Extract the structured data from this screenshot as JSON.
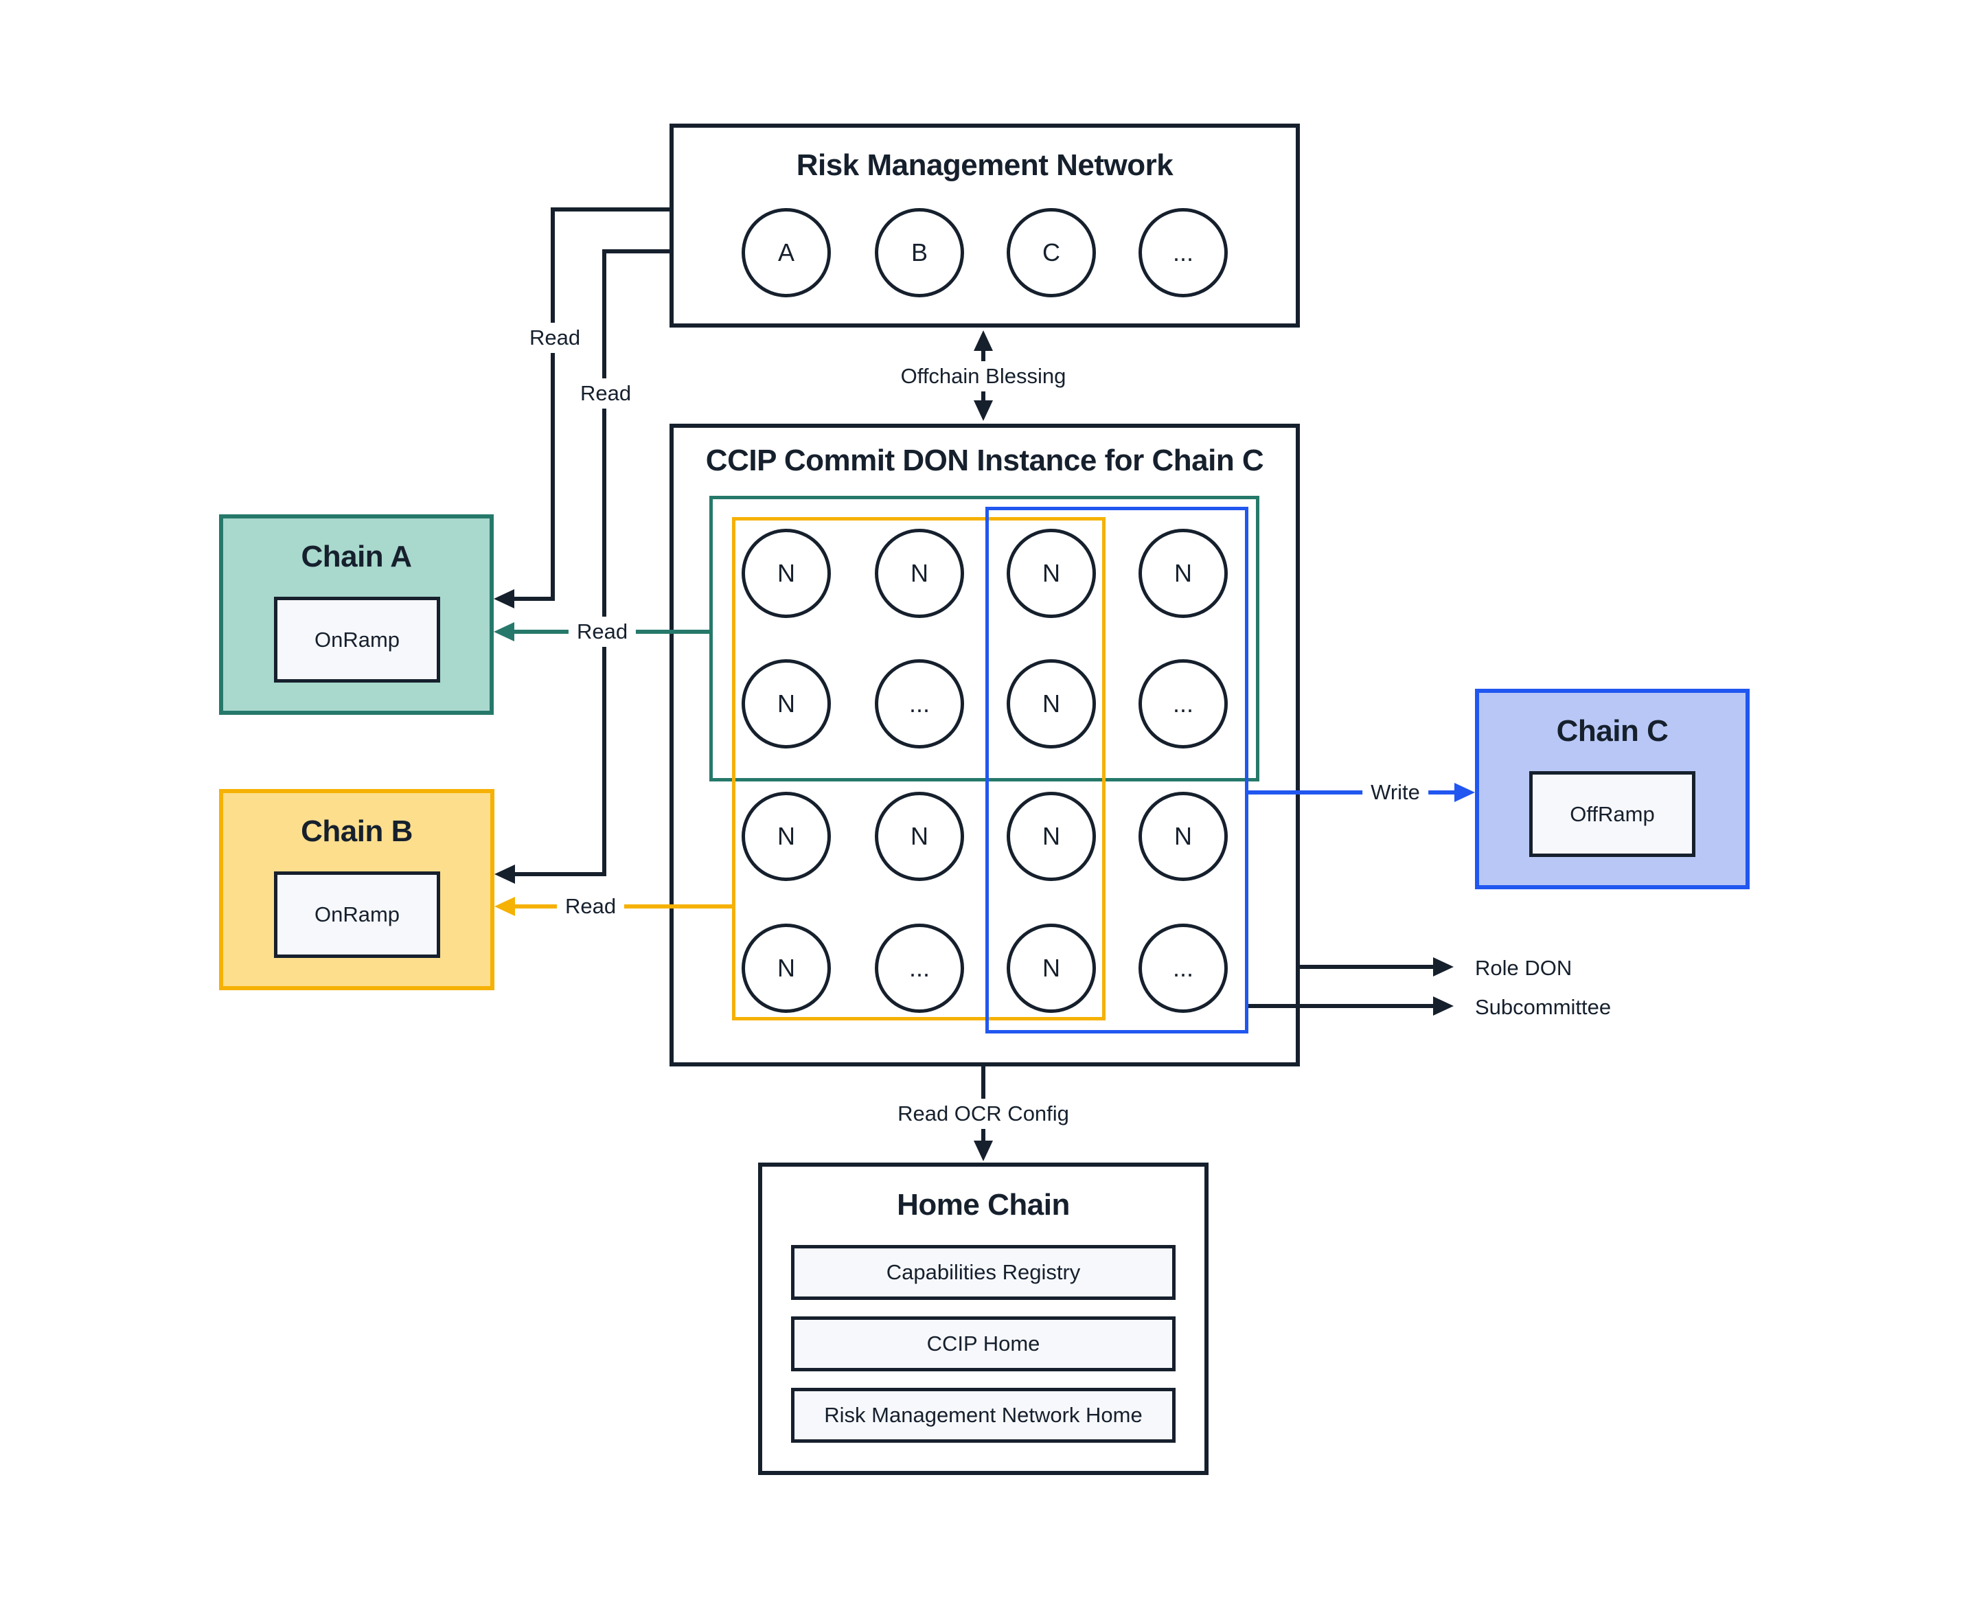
{
  "colors": {
    "ink": "#16202D",
    "teal": "#26796A",
    "teal_fill": "#A9D8CD",
    "yellow": "#F5B104",
    "yellow_fill": "#FCDE8D",
    "blue": "#2157F0",
    "blue_fill": "#B8C7F5",
    "panel_fill": "#F7F8FC"
  },
  "rmn": {
    "title": "Risk Management Network",
    "nodes": [
      "A",
      "B",
      "C",
      "..."
    ]
  },
  "ccip": {
    "title": "CCIP Commit DON Instance for Chain C",
    "grid": [
      "N",
      "N",
      "N",
      "N",
      "N",
      "...",
      "N",
      "...",
      "N",
      "N",
      "N",
      "N",
      "N",
      "...",
      "N",
      "..."
    ]
  },
  "chain_a": {
    "title": "Chain A",
    "component": "OnRamp"
  },
  "chain_b": {
    "title": "Chain B",
    "component": "OnRamp"
  },
  "chain_c": {
    "title": "Chain C",
    "component": "OffRamp"
  },
  "home_chain": {
    "title": "Home Chain",
    "components": [
      "Capabilities Registry",
      "CCIP Home",
      "Risk Management Network Home"
    ]
  },
  "edges": {
    "rmn_to_chain_a": "Read",
    "rmn_to_chain_b": "Read",
    "don_to_chain_a": "Read",
    "don_to_chain_b": "Read",
    "offchain_blessing": "Offchain Blessing",
    "don_to_chain_c": "Write",
    "role_don": "Role DON",
    "subcommittee": "Subcommittee",
    "read_ocr_config": "Read OCR Config"
  }
}
